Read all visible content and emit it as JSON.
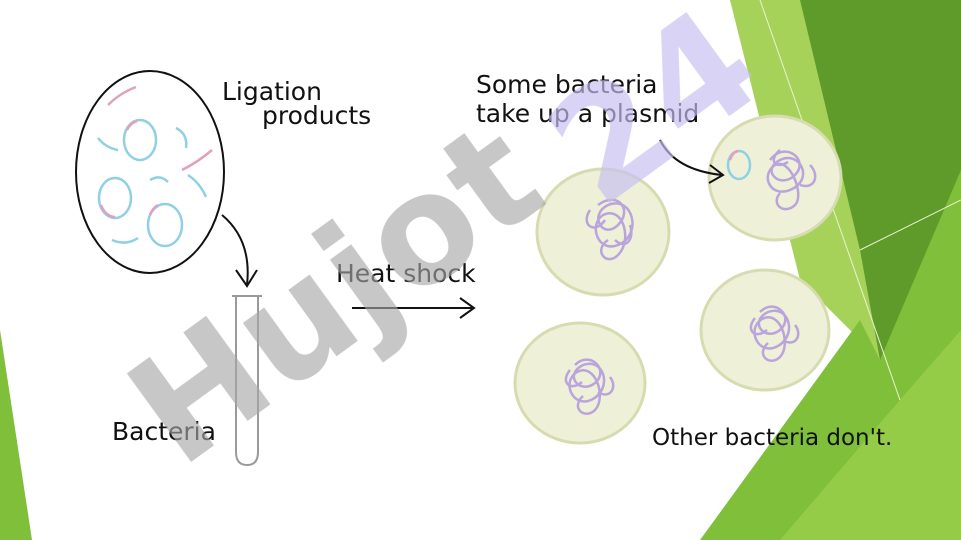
{
  "labels": {
    "ligation_line1": "Ligation",
    "ligation_line2": "products",
    "some_line1": "Some bacteria",
    "some_line2": "take up a plasmid",
    "heat_shock": "Heat shock",
    "bacteria": "Bacteria",
    "other": "Other bacteria don't."
  },
  "watermark": {
    "gray_text": "Hujot",
    "purple_text": "24"
  },
  "colors": {
    "slide_green_dark": "#5e9b2a",
    "slide_green_mid": "#7fbf3a",
    "slide_green_light": "#a6d25a",
    "cell_fill": "#eef0d8",
    "cell_stroke": "#d7dcb0",
    "dna": "#b9a4dc",
    "plasmid_blue": "#8fd0e3",
    "plasmid_pink": "#e3a0bd",
    "watermark_gray": "#a5a5a5",
    "watermark_purple": "#c7bff0"
  }
}
